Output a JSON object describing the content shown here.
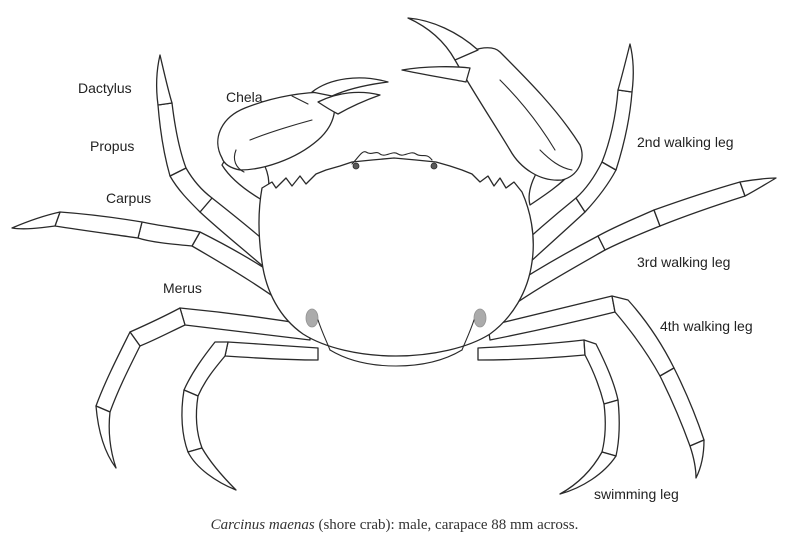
{
  "labels": {
    "dactylus": "Dactylus",
    "propus": "Propus",
    "carpus": "Carpus",
    "merus": "Merus",
    "chela": "Chela",
    "walking_leg_2": "2nd walking leg",
    "walking_leg_3": "3rd walking leg",
    "walking_leg_4": "4th walking leg",
    "swimming_leg": "swimming leg"
  },
  "caption": {
    "species": "Carcinus maenas",
    "rest": " (shore crab): male, carapace 88 mm across."
  }
}
